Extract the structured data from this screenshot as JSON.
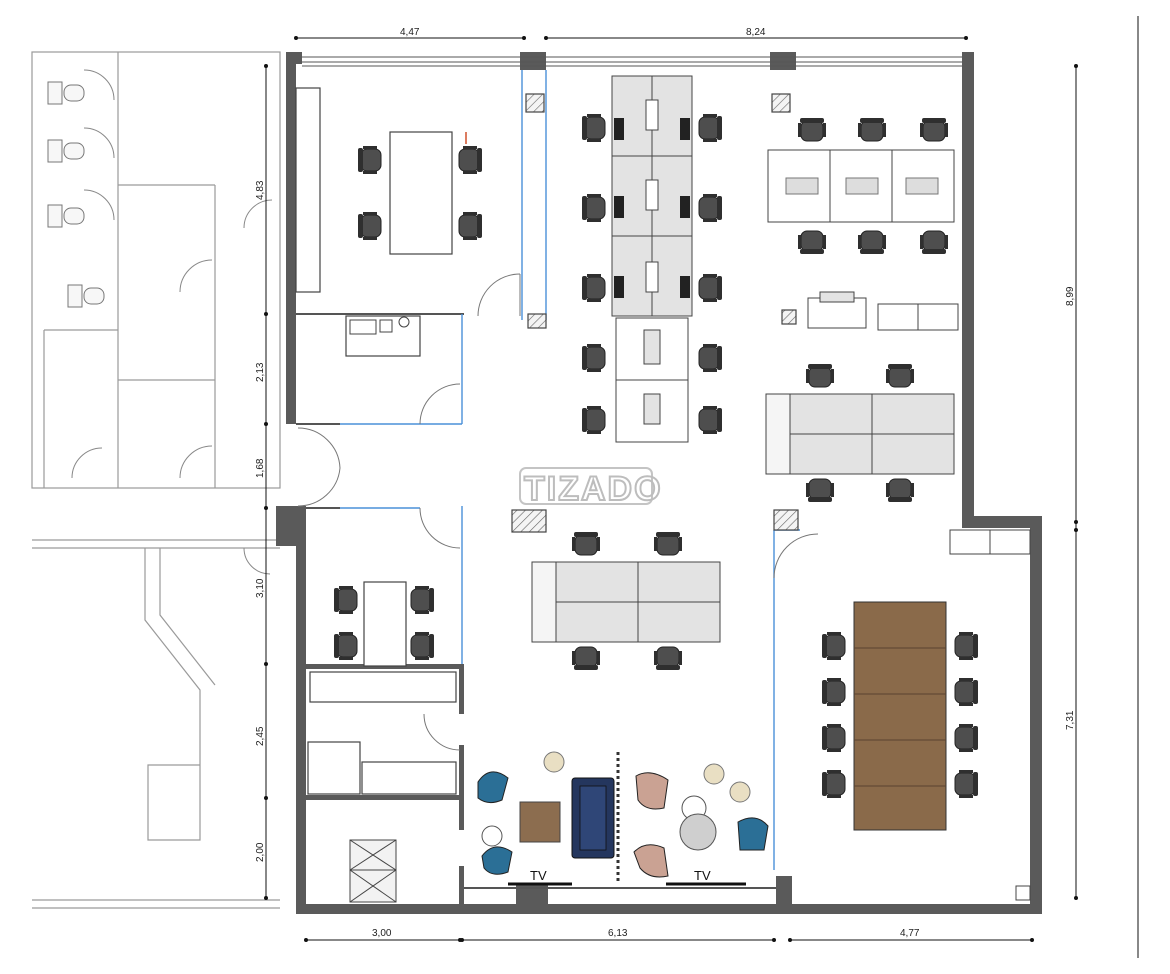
{
  "watermark": "TIZADO",
  "tv_labels": [
    "TV",
    "TV"
  ],
  "dimensions": {
    "top": [
      "4,47",
      "8,24"
    ],
    "bottom": [
      "3,00",
      "6,13",
      "4,77"
    ],
    "left": [
      "4,83",
      "2,13",
      "1,68",
      "3,10",
      "2,45",
      "2,00"
    ],
    "right": [
      "8,99",
      "7,31"
    ]
  },
  "colors": {
    "wall": "#5a5a5a",
    "glass": "#4a90d9",
    "desk": "#e3e3e3",
    "chair": "#4e4e4e",
    "meeting_table": "#8a6a4a",
    "sofa": "#24365e",
    "blue_chair": "#2b6f96",
    "pink_chair": "#caa293",
    "side_table": "#8c6d4f",
    "stool": "#e9dfc3"
  }
}
